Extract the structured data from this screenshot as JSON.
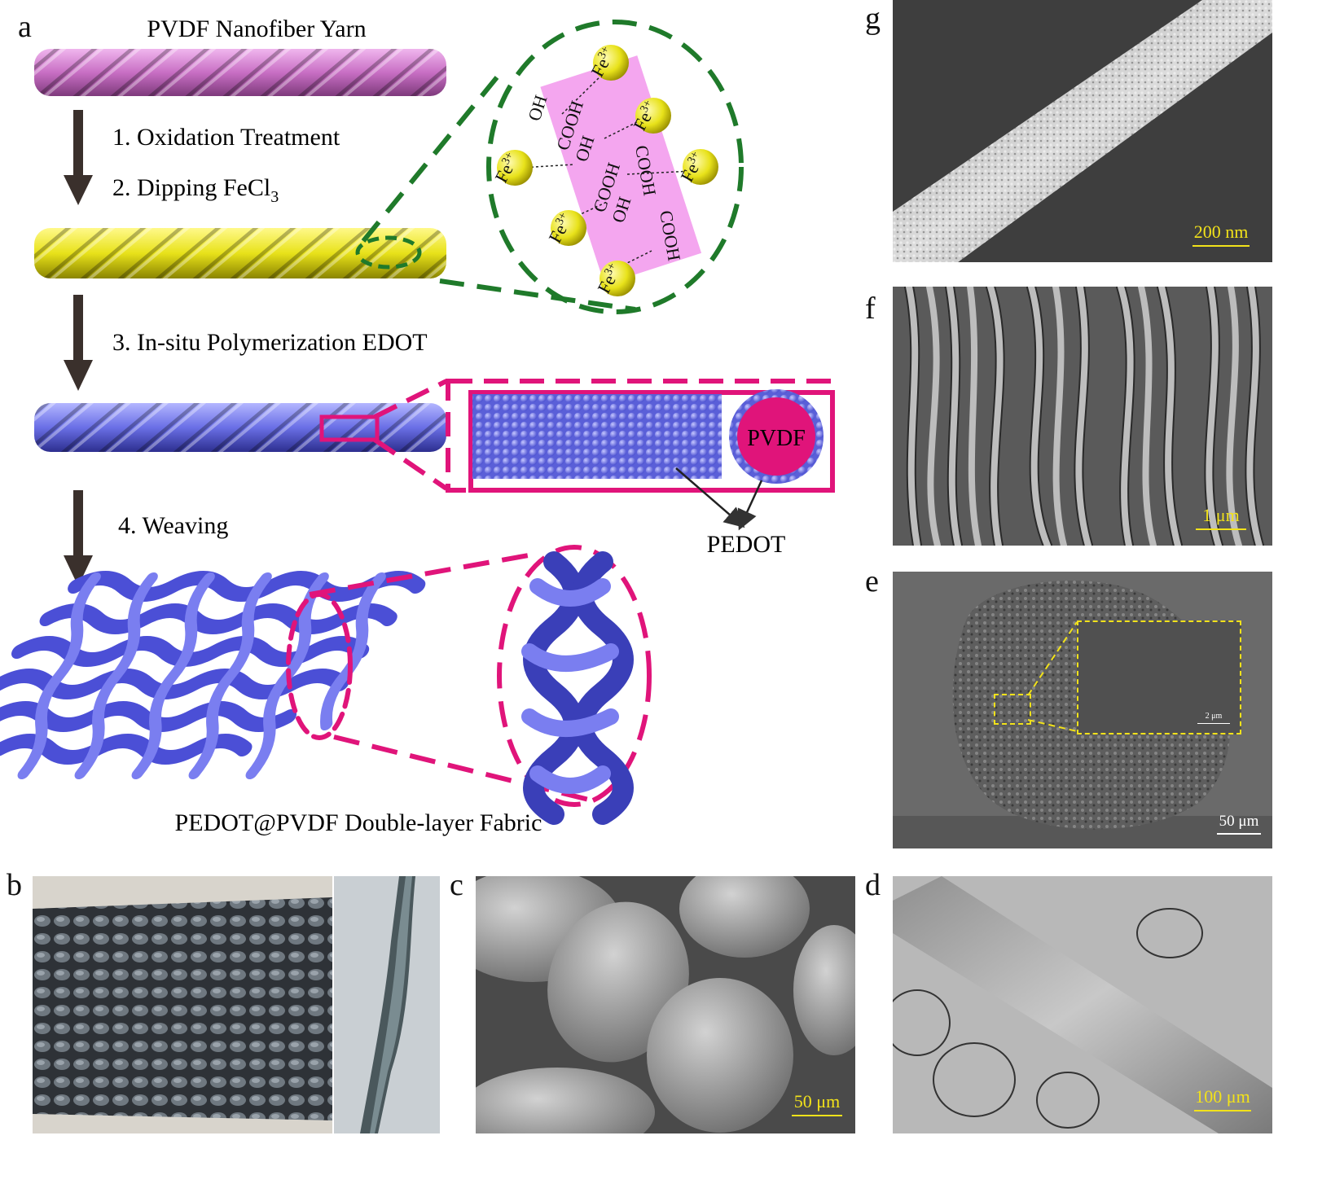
{
  "panels": {
    "a": "a",
    "b": "b",
    "c": "c",
    "d": "d",
    "e": "e",
    "f": "f",
    "g": "g"
  },
  "schematic": {
    "yarn_title": "PVDF Nanofiber Yarn",
    "step1": "1. Oxidation Treatment",
    "step2": "2. Dipping FeCl",
    "step2_sub": "3",
    "step3": "3. In-situ Polymerization EDOT",
    "step4": "4. Weaving",
    "fabric_title": "PEDOT@PVDF Double-layer Fabric",
    "pedot_label": "PEDOT",
    "pvdf_label": "PVDF",
    "ion": "Fe",
    "ion_charge": "3+",
    "oh": "OH",
    "cooh": "COOH"
  },
  "scale_bars": {
    "g": "200 nm",
    "f": "1 μm",
    "e": "50 μm",
    "d": "100 μm",
    "c": "50 μm",
    "e_inset": "2 μm"
  },
  "colors": {
    "pink_yarn": "#c86fc4",
    "yellow_yarn": "#e8e21a",
    "blue_yarn": "#6a6fe6",
    "green_dash": "#1f7a2a",
    "magenta_dash": "#e0147a",
    "scale_yellow": "#f2e21a",
    "arrow": "#3a302c"
  }
}
